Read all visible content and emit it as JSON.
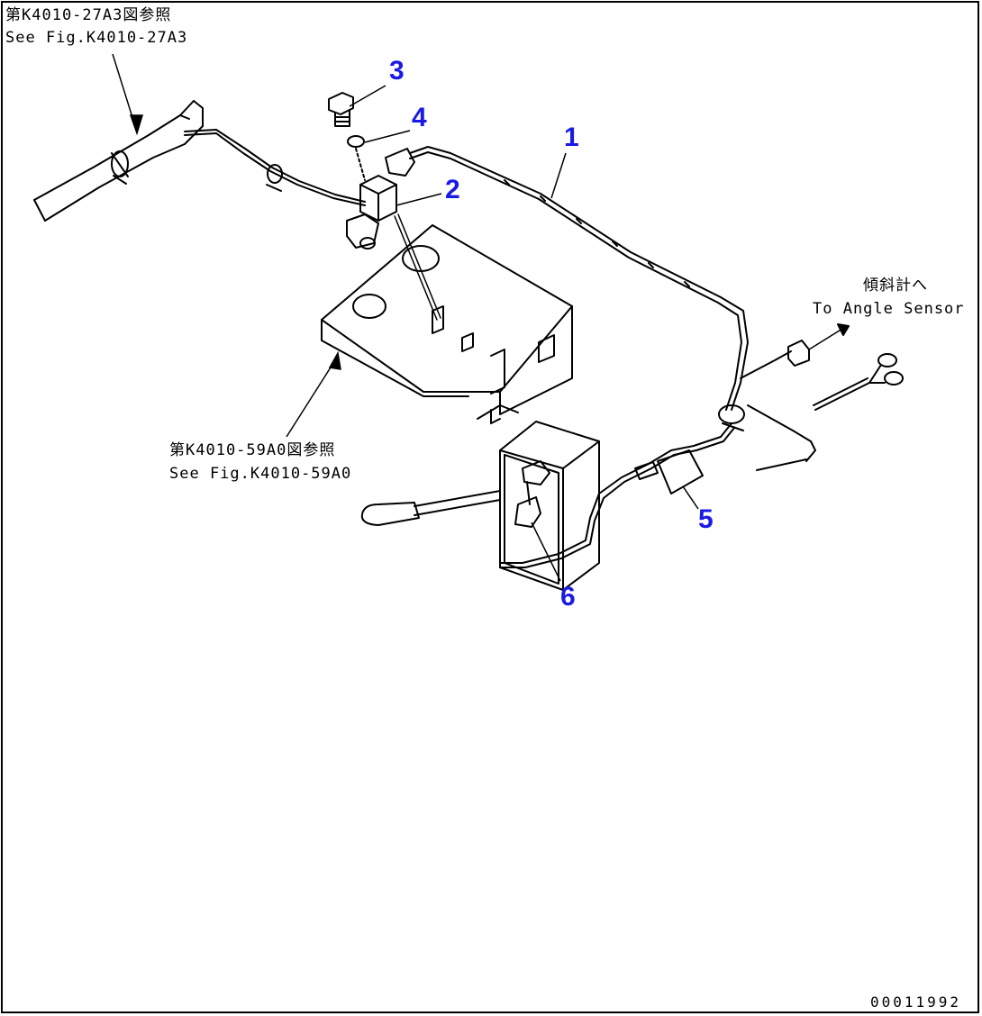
{
  "references": {
    "top_left_jp": "第K4010-27A3図参照",
    "top_left_en": "See Fig.K4010-27A3",
    "middle_jp": "第K4010-59A0図参照",
    "middle_en": "See Fig.K4010-59A0",
    "right_jp": "傾斜計へ",
    "right_en": "To Angle Sensor"
  },
  "part_numbers": [
    "1",
    "2",
    "3",
    "4",
    "5",
    "6"
  ],
  "drawing_code": "00011992",
  "colors": {
    "callout": "#1a1ae6",
    "line": "#000000"
  }
}
